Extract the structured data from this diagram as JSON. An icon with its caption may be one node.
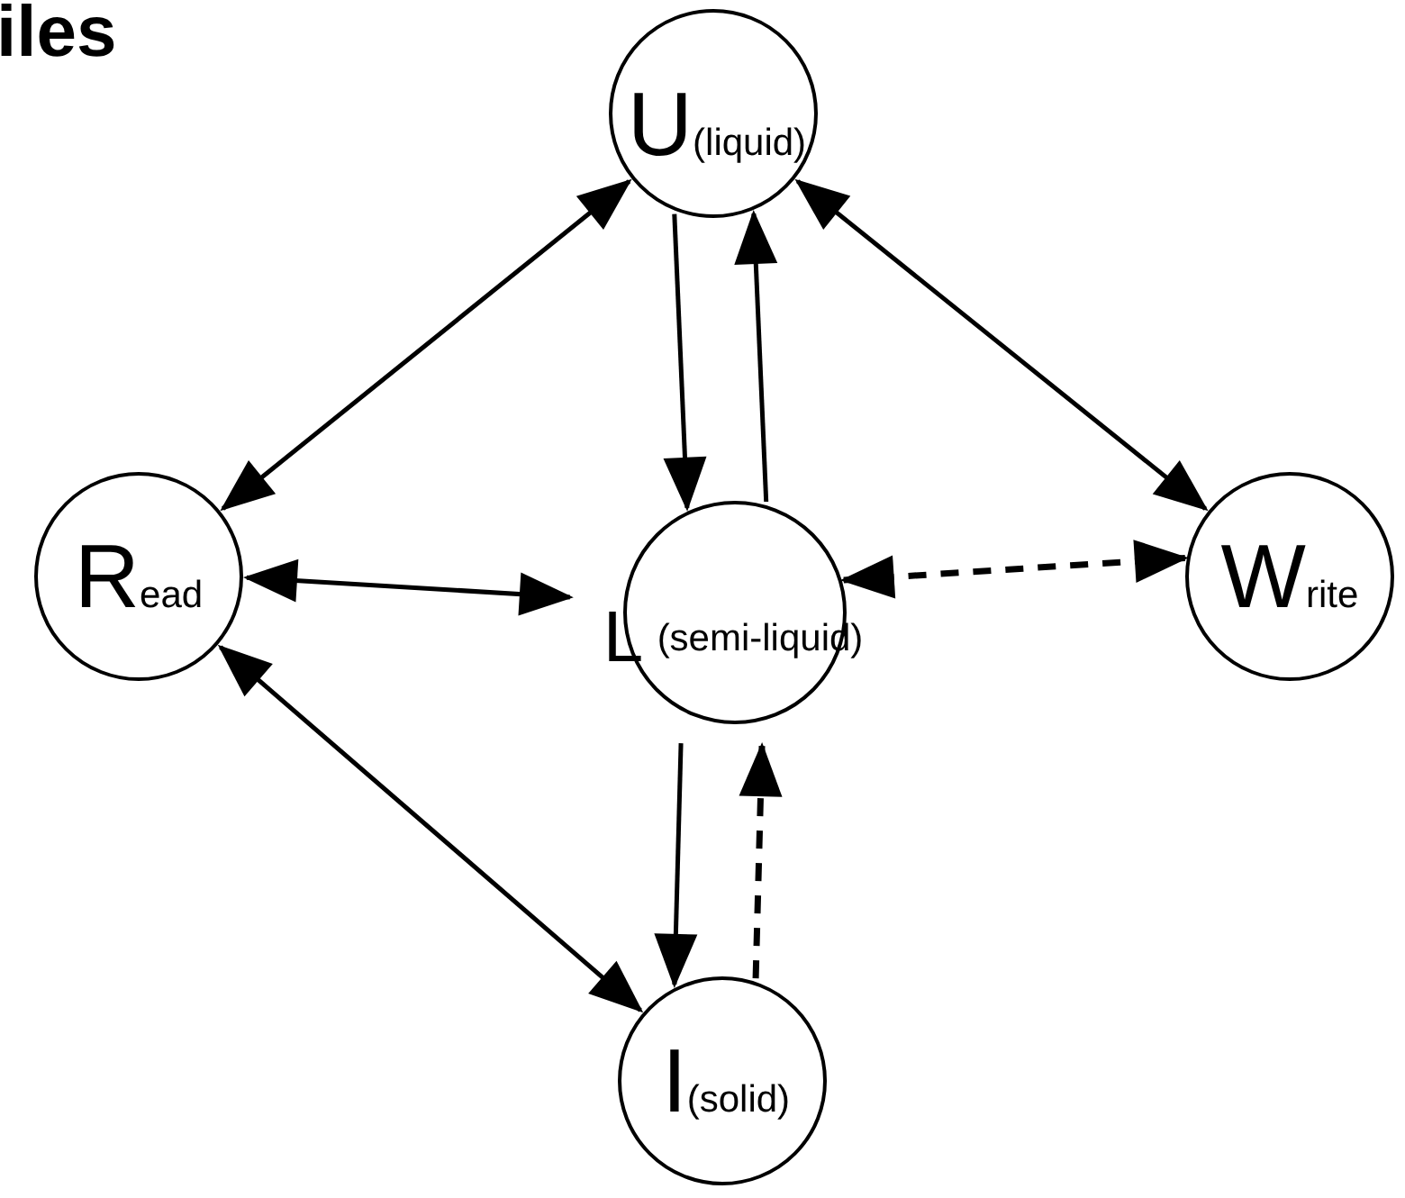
{
  "diagram": {
    "title": "iles",
    "nodes": [
      {
        "text": [
          "U",
          "(liquid)"
        ]
      },
      {
        "text": [
          "R",
          "ead"
        ]
      },
      {
        "text": [
          "L",
          "(semi-liquid)"
        ]
      },
      {
        "text": [
          "W",
          "rite"
        ]
      },
      {
        "text": [
          "I",
          "(solid)"
        ]
      }
    ],
    "edges": [
      {
        "from": 1,
        "to": 0,
        "arrow": "both"
      },
      {
        "from": 0,
        "to": 2,
        "arrow": "to"
      },
      {
        "from": 2,
        "to": 0,
        "arrow": "to"
      },
      {
        "from": 0,
        "to": 3,
        "arrow": "both"
      },
      {
        "from": 1,
        "to": 2,
        "arrow": "both"
      },
      {
        "from": 2,
        "to": 3,
        "arrow": "both",
        "style": "dashed"
      },
      {
        "from": 1,
        "to": 4,
        "arrow": "both"
      },
      {
        "from": 2,
        "to": 4,
        "arrow": "to"
      },
      {
        "from": 4,
        "to": 2,
        "arrow": "to",
        "style": "dashed"
      }
    ]
  }
}
